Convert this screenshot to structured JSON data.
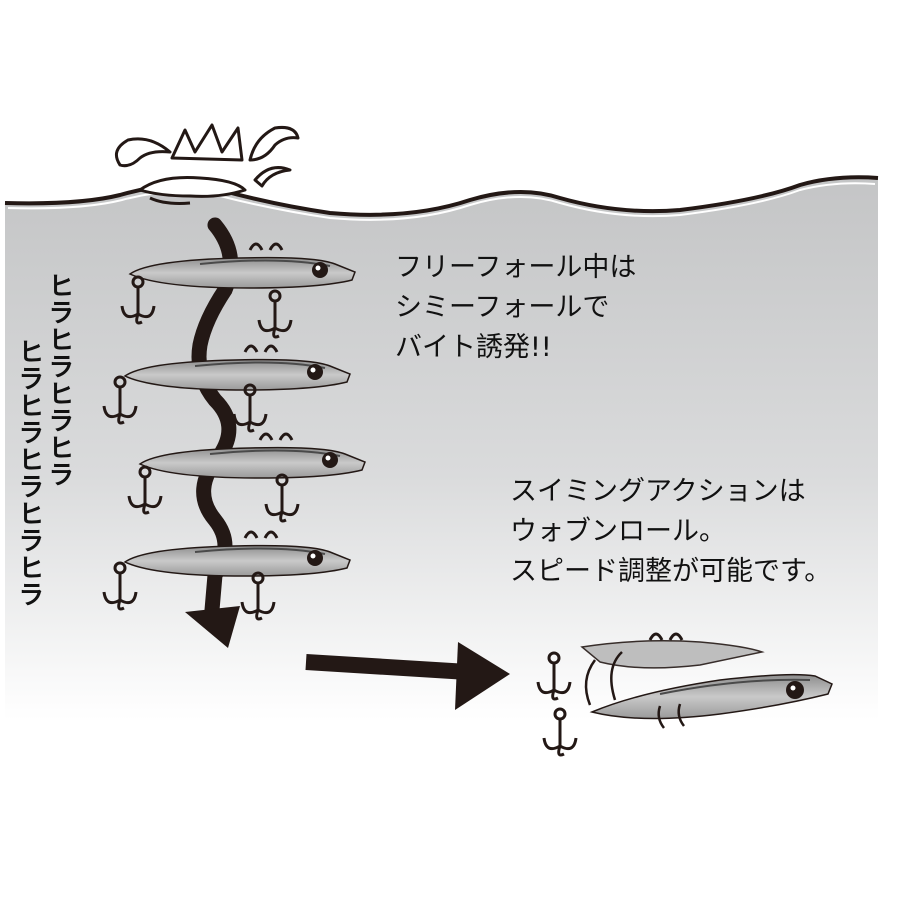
{
  "callouts": {
    "free_fall": [
      "フリーフォール中は",
      "シミーフォールで",
      "バイト誘発!!"
    ],
    "swimming": [
      "スイミングアクションは",
      "ウォブンロール。",
      "スピード調整が可能です。"
    ]
  },
  "onomatopoeia": [
    "ヒラヒラヒラヒラ",
    "ヒラヒラヒラヒラヒラ"
  ],
  "colors": {
    "water_top": "#c4c5c6",
    "water_bottom": "#ffffff",
    "lure_body": "#a9a9a9",
    "outline": "#231815",
    "arrow": "#231815"
  },
  "icons": [
    "splash-icon",
    "lure-icon",
    "treble-hook-icon",
    "wavy-fall-arrow-icon",
    "right-arrow-icon"
  ]
}
